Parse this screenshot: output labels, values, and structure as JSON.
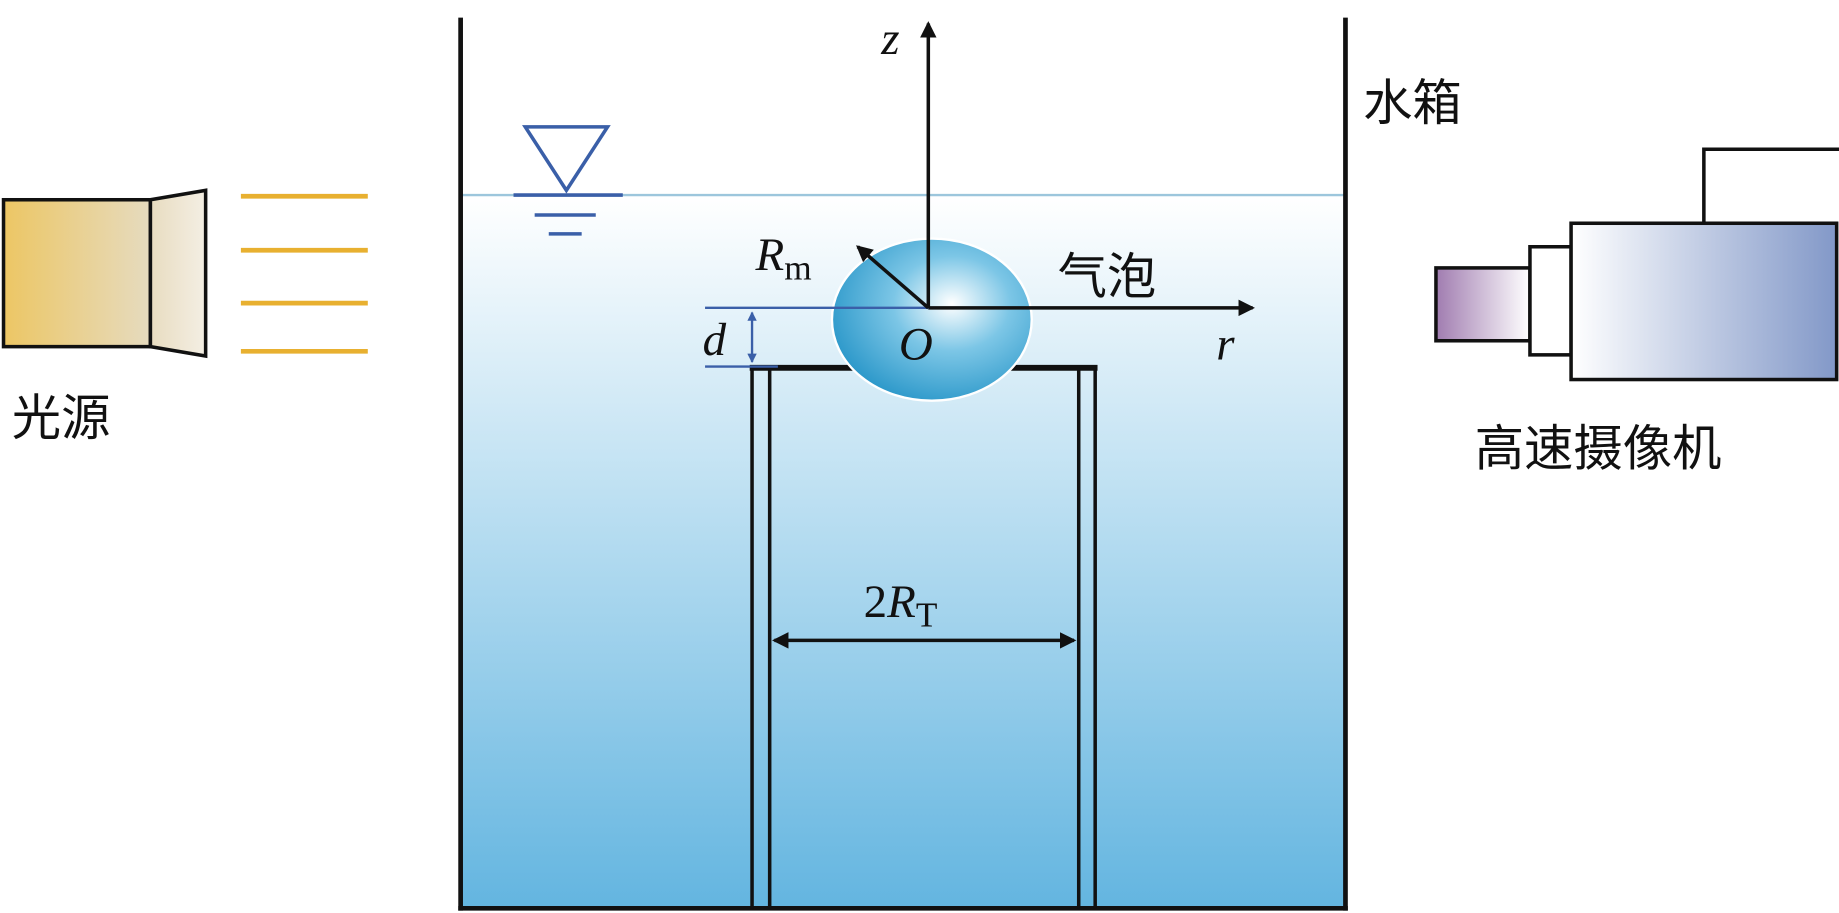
{
  "labels": {
    "light_source": "光源",
    "water_tank": "水箱",
    "bubble": "气泡",
    "camera": "高速摄像机",
    "z_axis": "z",
    "r_axis": "r",
    "origin": "O",
    "radius_symbol": "R",
    "radius_sub": "m",
    "distance": "d",
    "tube_diameter_prefix": "2",
    "tube_diameter_symbol": "R",
    "tube_diameter_sub": "T"
  },
  "colors": {
    "water_top": "#ffffff",
    "water_bottom": "#63b5e0",
    "bubble": "#2f9fd0",
    "light_beam": "#e8b030",
    "water_level_symbol": "#3a5fa8"
  }
}
